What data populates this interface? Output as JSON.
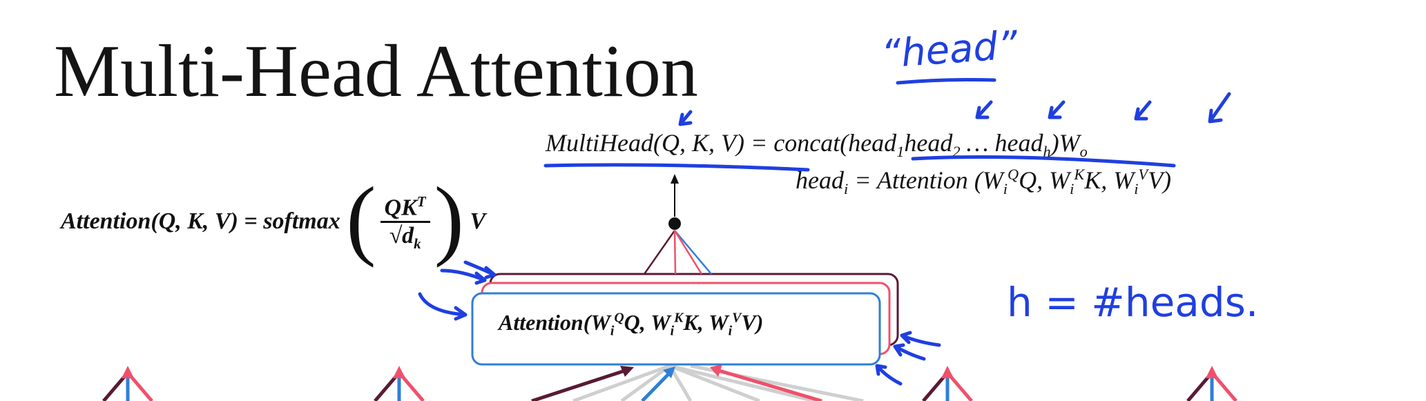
{
  "slide": {
    "title": "Multi-Head Attention"
  },
  "equations": {
    "attention_lhs": "Attention(Q, K, V) = softmax",
    "attention_num": "QK",
    "attention_num_sup": "T",
    "attention_den": "√d",
    "attention_den_sub": "k",
    "attention_rhs": "V",
    "multihead_lhs": "MultiHead(Q, K, V)",
    "multihead_eq": " = concat(",
    "head1": "head",
    "head1_sub": "1",
    "head2": "head",
    "head2_sub": "2",
    "ellipsis": " … ",
    "headh": "head",
    "headh_sub": "h",
    "concat_close": ")W",
    "wo_sub": "o",
    "headi_lhs": "head",
    "headi_sub": "i",
    "headi_rhs": " = Attention (W",
    "wq_sub": "i",
    "wq_sup": "Q",
    "q_part": "Q, W",
    "wk_sub": "i",
    "wk_sup": "K",
    "k_part": "K, W",
    "wv_sub": "i",
    "wv_sup": "V",
    "v_part": "V)"
  },
  "box": {
    "label_prefix": "Attention(W",
    "wq_sub": "i",
    "wq_sup": "Q",
    "q_part": "Q, W",
    "wk_sub": "i",
    "wk_sup": "K",
    "k_part": "K, W",
    "wv_sub": "i",
    "wv_sup": "V",
    "v_part": "V)"
  },
  "annotations": {
    "head_note": "“head”",
    "h_note": "h =  #heads."
  },
  "colors": {
    "ink_blue": "#1f3fe0",
    "box_blue": "#2f7fd6",
    "box_red": "#f0506a",
    "box_dark": "#5a1a34",
    "line_gray": "#cfcfcf"
  }
}
